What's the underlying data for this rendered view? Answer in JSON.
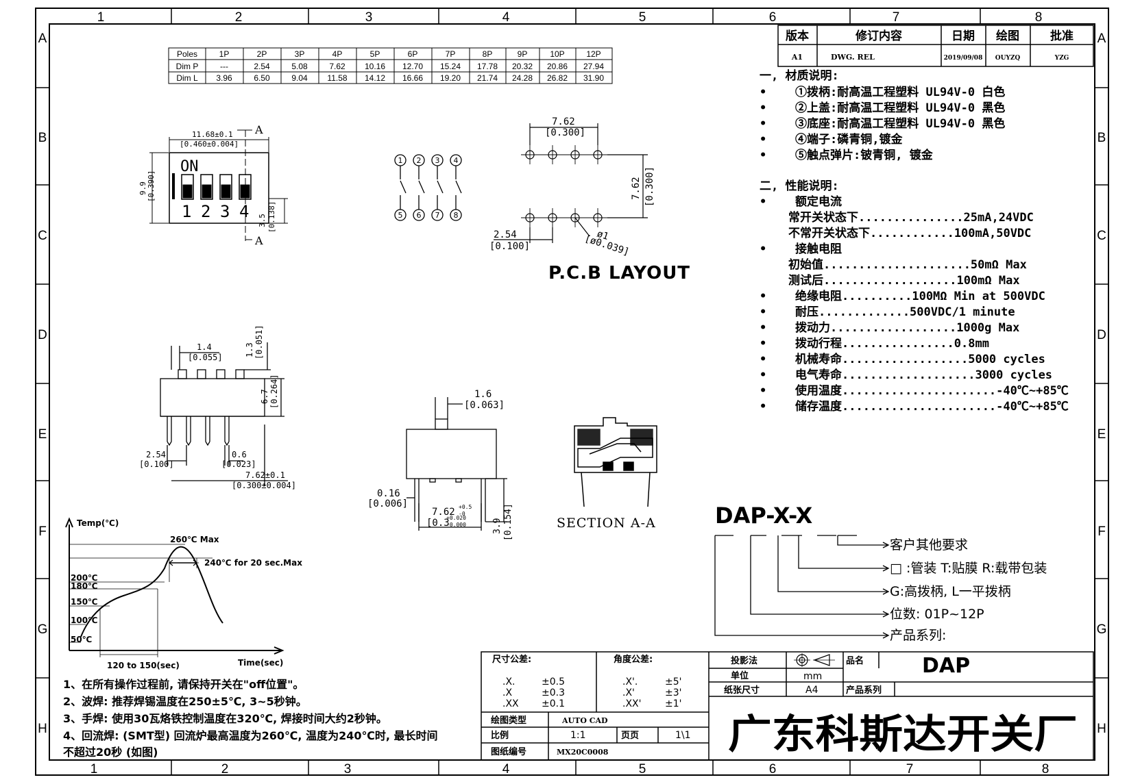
{
  "zones": {
    "cols_top": [
      "1",
      "2",
      "3",
      "4",
      "5",
      "6",
      "7",
      "8"
    ],
    "rows": [
      "A",
      "B",
      "C",
      "D",
      "E",
      "F",
      "G",
      "H"
    ]
  },
  "poles_table": {
    "headers": [
      "Poles",
      "1P",
      "2P",
      "3P",
      "4P",
      "5P",
      "6P",
      "7P",
      "8P",
      "9P",
      "10P",
      "12P"
    ],
    "rows": [
      [
        "Dim  P",
        "---",
        "2.54",
        "5.08",
        "7.62",
        "10.16",
        "12.70",
        "15.24",
        "17.78",
        "20.32",
        "20.86",
        "27.94"
      ],
      [
        "Dim  L",
        "3.96",
        "6.50",
        "9.04",
        "11.58",
        "14.12",
        "16.66",
        "19.20",
        "21.74",
        "24.28",
        "26.82",
        "31.90"
      ]
    ]
  },
  "revision": {
    "headers": [
      "版本",
      "修订内容",
      "日期",
      "绘图",
      "批准"
    ],
    "row": [
      "A1",
      "DWG. REL",
      "2019/09/08",
      "OUYZQ",
      "YZG"
    ]
  },
  "material": {
    "title": "一, 材质说明:",
    "items": [
      "①拨柄:耐高温工程塑料 UL94V-0 白色",
      "②上盖:耐高温工程塑料 UL94V-0 黑色",
      "③底座:耐高温工程塑料 UL94V-0 黑色",
      "④端子:磷青铜,镀金",
      "⑤触点弹片:铍青铜, 镀金"
    ]
  },
  "performance": {
    "title": "二, 性能说明:",
    "lines": [
      {
        "bullet": true,
        "text": "额定电流"
      },
      {
        "bullet": false,
        "text": "常开关状态下...............25mA,24VDC"
      },
      {
        "bullet": false,
        "text": "不常开关状态下............100mA,50VDC"
      },
      {
        "bullet": true,
        "text": "接触电阻"
      },
      {
        "bullet": false,
        "text": "初始值.....................50mΩ Max"
      },
      {
        "bullet": false,
        "text": "测试后...................100mΩ Max"
      },
      {
        "bullet": true,
        "text": "绝缘电阻..........100MΩ Min at 500VDC"
      },
      {
        "bullet": true,
        "text": "耐压.............500VDC/1 minute"
      },
      {
        "bullet": true,
        "text": "拨动力..................1000g Max"
      },
      {
        "bullet": true,
        "text": "拨动行程................0.8mm"
      },
      {
        "bullet": true,
        "text": "机械寿命..................5000 cycles"
      },
      {
        "bullet": true,
        "text": "电气寿命...................3000 cycles"
      },
      {
        "bullet": true,
        "text": "使用温度......................-40℃~+85℃"
      },
      {
        "bullet": true,
        "text": "储存温度......................-40℃~+85℃"
      }
    ]
  },
  "top_view": {
    "width_dim": "11.68±0.1",
    "width_dim_in": "[0.460±0.004]",
    "on_label": "ON",
    "numbers": [
      "1",
      "2",
      "3",
      "4"
    ],
    "height_dim": "9.9",
    "height_dim_in": "[0.390]",
    "side_dim": "3.5",
    "side_dim_in": "[0.138]",
    "section_mark": "A"
  },
  "schematic_pins_top": [
    "1",
    "2",
    "3",
    "4"
  ],
  "schematic_pins_bottom": [
    "5",
    "6",
    "7",
    "8"
  ],
  "pcb": {
    "title": "P.C.B  LAYOUT",
    "row_spacing": "7.62",
    "row_spacing_in": "[0.300]",
    "pitch": "2.54",
    "pitch_in": "[0.100]",
    "hole": "ø1",
    "hole_in": "[ø0.039]"
  },
  "side_view": {
    "top_dim": "1.4",
    "top_dim_in": "[0.055]",
    "lever_dim": "1.3",
    "lever_dim_in": "[0.051]",
    "body_dim": "6.7",
    "body_dim_in": "[0.264]",
    "pitch_dim": "2.54",
    "pitch_dim_in": "[0.100]",
    "pin_dim": "0.6",
    "pin_dim_in": "[0.023]",
    "span_dim": "7.62±0.1",
    "span_dim_in": "[0.300±0.004]"
  },
  "end_view": {
    "lever_dim": "1.6",
    "lever_dim_in": "[0.063]",
    "thick_dim": "0.16",
    "thick_dim_in": "[0.006]",
    "span_dim": "7.62",
    "span_tol_up": "+0.5",
    "span_tol_dn": "-0",
    "span_dim_in": "[0.3",
    "span_in_tol_up": "+0.020",
    "span_in_tol_dn": "-0.000",
    "lead_dim": "3.9",
    "lead_dim_in": "[0.154]"
  },
  "section": {
    "title": "SECTION  A-A"
  },
  "part_number": {
    "code": "DAP-X-X",
    "items": [
      "客户其他要求",
      "□ :管装  T:贴膜    R:载带包装",
      "G:高拨柄, L一平拨柄",
      "位数: 01P~12P",
      "产品系列:"
    ]
  },
  "reflow_chart": {
    "ylabel": "Temp(℃)",
    "xlabel": "Time(sec)",
    "peak_label": "260℃ Max",
    "hold_label": "240℃ for 20 sec.Max",
    "y_ticks": [
      "200℃",
      "180℃",
      "150℃",
      "100℃",
      "50℃"
    ],
    "window_label": "120 to 150(sec)"
  },
  "notes": [
    "1、在所有操作过程前, 请保持开关在\"off位置\"。",
    "2、波焊: 推荐焊锡温度在250±5℃, 3~5秒钟。",
    "3、手焊: 使用30瓦烙铁控制温度在320℃, 焊接时间大约2秒钟。",
    "4、回流焊: (SMT型) 回流炉最高温度为260℃, 温度为240℃时, 最长时间",
    "不超过20秒 (如图)"
  ],
  "title_block": {
    "tol_title": "尺寸公差:",
    "tol_rows": [
      [
        ".X.",
        "±0.5"
      ],
      [
        ".X",
        "±0.3"
      ],
      [
        ".XX",
        "±0.1"
      ]
    ],
    "ang_title": "角度公差:",
    "ang_rows": [
      [
        ".X'.",
        "±5'"
      ],
      [
        ".X'",
        "±3'"
      ],
      [
        ".XX'",
        "±1'"
      ]
    ],
    "projection_label": "投影法",
    "unit_label": "单位",
    "unit_value": "mm",
    "paper_label": "纸张尺寸",
    "paper_value": "A4",
    "name_label": "品名",
    "name_value": "DAP",
    "series_label": "产品系列",
    "drawtype_label": "绘图类型",
    "drawtype_value": "AUTO CAD",
    "scale_label": "比例",
    "scale_value": "1:1",
    "page_label": "页页",
    "page_value": "1\\1",
    "dwgno_label": "图纸编号",
    "dwgno_value": "MX20C0008",
    "company": "广东科斯达开关厂"
  }
}
